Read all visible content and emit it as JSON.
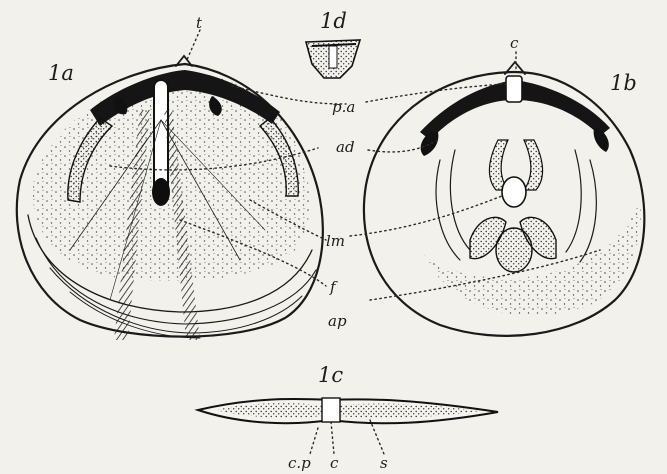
{
  "plate": {
    "figure_labels": {
      "fig_1a": "1a",
      "fig_1b": "1b",
      "fig_1c": "1c",
      "fig_1d": "1d"
    },
    "pointer_labels": {
      "t": "t",
      "c_top": "c",
      "pa": "p.a",
      "ad": "ad",
      "lm": "lm",
      "f": "f",
      "ap": "ap",
      "cp": "c.p",
      "c_bottom": "c",
      "s": "s"
    },
    "colors": {
      "paper": "#f2f1ec",
      "ink": "#1a1a1a"
    }
  }
}
